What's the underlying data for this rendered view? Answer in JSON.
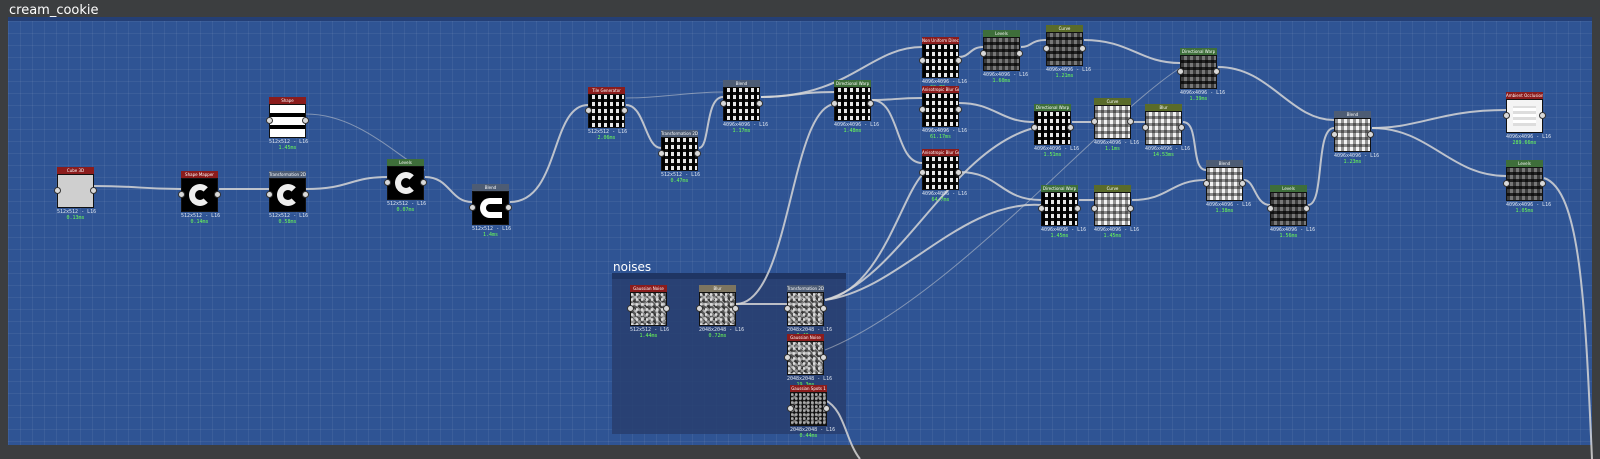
{
  "graph": {
    "title": "cream_cookie"
  },
  "frame": {
    "title": "noises"
  },
  "colors": {
    "canvas_bg": "#3c3e40",
    "frame_bg": "#2f5494",
    "header_red": "#8b1c1c",
    "header_green": "#3e6e3a",
    "header_slate": "#4d5c74",
    "header_olive": "#5a6b2a",
    "header_tan": "#7d7560",
    "time_text": "#6cff55"
  },
  "nodes": [
    {
      "id": "n1",
      "type": "header_red",
      "label": "Cube 3D",
      "res": "512x512 - L16",
      "time": "0.13ms",
      "thumb": "t-gray"
    },
    {
      "id": "n2",
      "type": "header_red",
      "label": "Shape Mapper",
      "res": "512x512 - L16",
      "time": "0.14ms",
      "thumb": "t-ring"
    },
    {
      "id": "n3",
      "type": "header_slate",
      "label": "Transformation 2D",
      "res": "512x512 - L16",
      "time": "0.58ms",
      "thumb": "t-ring"
    },
    {
      "id": "n4",
      "type": "header_red",
      "label": "Shape",
      "res": "512x512 - L16",
      "time": "1.45ms",
      "thumb": "t-stripes"
    },
    {
      "id": "n5",
      "type": "header_green",
      "label": "Levels",
      "res": "512x512 - L16",
      "time": "0.07ms",
      "thumb": "t-ring"
    },
    {
      "id": "n6",
      "type": "header_slate",
      "label": "Blend",
      "res": "512x512 - L16",
      "time": "1.4ms",
      "thumb": "t-u"
    },
    {
      "id": "n7",
      "type": "header_red",
      "label": "Tile Generator",
      "res": "512x512 - L16",
      "time": "2.06ms",
      "thumb": "t-wave"
    },
    {
      "id": "n8",
      "type": "header_slate",
      "label": "Transformation 2D",
      "res": "512x512 - L16",
      "time": "0.47ms",
      "thumb": "t-wave"
    },
    {
      "id": "n9",
      "type": "header_slate",
      "label": "Blend",
      "res": "4096x4096 - L16",
      "time": "1.17ms",
      "thumb": "t-wave"
    },
    {
      "id": "n10",
      "type": "header_green",
      "label": "Directional Warp",
      "res": "4096x4096 - L16",
      "time": "1.48ms",
      "thumb": "t-wave"
    },
    {
      "id": "n11",
      "type": "header_red",
      "label": "Non Uniform Directio...",
      "res": "4096x4096 - L16",
      "time": "60.73ms",
      "thumb": "t-wave"
    },
    {
      "id": "n12",
      "type": "header_red",
      "label": "Anisotropic Blur Gr...",
      "res": "4096x4096 - L16",
      "time": "61.17ms",
      "thumb": "t-wave"
    },
    {
      "id": "n13",
      "type": "header_red",
      "label": "Anisotropic Blur Gr...",
      "res": "4096x4096 - L16",
      "time": "64.7ms",
      "thumb": "t-wave"
    },
    {
      "id": "n14",
      "type": "header_green",
      "label": "Levels",
      "res": "4096x4096 - L16",
      "time": "1.60ms",
      "thumb": "t-wavedark"
    },
    {
      "id": "n15",
      "type": "header_olive",
      "label": "Curve",
      "res": "4096x4096 - L16",
      "time": "1.21ms",
      "thumb": "t-wavedark"
    },
    {
      "id": "n16",
      "type": "header_green",
      "label": "Directional Warp",
      "res": "4096x4096 - L16",
      "time": "1.39ms",
      "thumb": "t-wavedark"
    },
    {
      "id": "n17",
      "type": "header_green",
      "label": "Directional Warp",
      "res": "4096x4096 - L16",
      "time": "1.51ms",
      "thumb": "t-wave"
    },
    {
      "id": "n18",
      "type": "header_olive",
      "label": "Curve",
      "res": "4096x4096 - L16",
      "time": "1.1ms",
      "thumb": "t-wavelight"
    },
    {
      "id": "n19",
      "type": "header_olive",
      "label": "Blur",
      "res": "4096x4096 - L16",
      "time": "14.53ms",
      "thumb": "t-wavelight"
    },
    {
      "id": "n20",
      "type": "header_green",
      "label": "Directional Warp",
      "res": "4096x4096 - L16",
      "time": "1.45ms",
      "thumb": "t-wave"
    },
    {
      "id": "n21",
      "type": "header_olive",
      "label": "Curve",
      "res": "4096x4096 - L16",
      "time": "1.45ms",
      "thumb": "t-wavelight"
    },
    {
      "id": "n22",
      "type": "header_slate",
      "label": "Blend",
      "res": "4096x4096 - L16",
      "time": "1.38ms",
      "thumb": "t-wavelight"
    },
    {
      "id": "n23",
      "type": "header_green",
      "label": "Levels",
      "res": "4096x4096 - L16",
      "time": "1.56ms",
      "thumb": "t-wavedark"
    },
    {
      "id": "n24",
      "type": "header_slate",
      "label": "Blend",
      "res": "4096x4096 - L16",
      "time": "1.23ms",
      "thumb": "t-wavelight"
    },
    {
      "id": "n25",
      "type": "header_red",
      "label": "Ambient Occlusion...",
      "res": "4096x4096 - L16",
      "time": "289.66ms",
      "thumb": "t-white"
    },
    {
      "id": "n26",
      "type": "header_green",
      "label": "Levels",
      "res": "4096x4096 - L16",
      "time": "1.05ms",
      "thumb": "t-wavedark"
    },
    {
      "id": "n27",
      "type": "header_red",
      "label": "Gaussian Noise",
      "res": "512x512 - L16",
      "time": "1.44ms",
      "thumb": "t-noise"
    },
    {
      "id": "n28",
      "type": "header_tan",
      "label": "Blur",
      "res": "2048x2048 - L16",
      "time": "0.72ms",
      "thumb": "t-noise"
    },
    {
      "id": "n29",
      "type": "header_slate",
      "label": "Transformation 2D",
      "res": "2048x2048 - L16",
      "time": "0.42ms",
      "thumb": "t-noise"
    },
    {
      "id": "n30",
      "type": "header_red",
      "label": "Gaussian Noise",
      "res": "2048x2048 - L16",
      "time": "19.3ms",
      "thumb": "t-noise"
    },
    {
      "id": "n31",
      "type": "header_red",
      "label": "Gaussian Spots 1",
      "res": "2048x2048 - L16",
      "time": "0.44ms",
      "thumb": "t-noisedark"
    }
  ]
}
